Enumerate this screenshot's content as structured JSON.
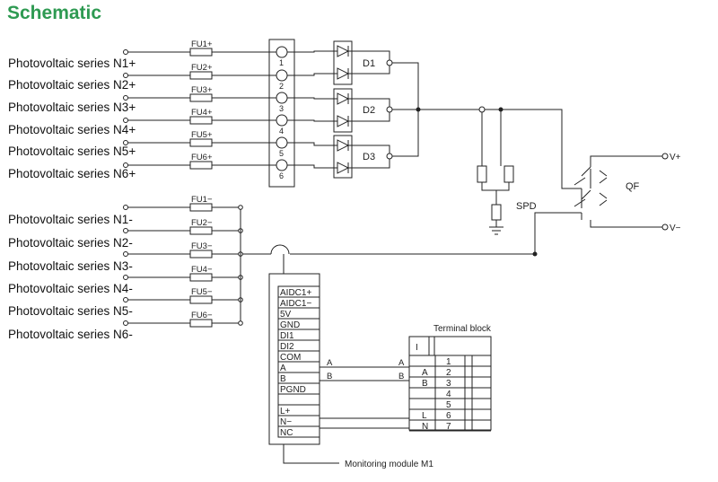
{
  "title": "Schematic",
  "pv_inputs_plus": [
    {
      "label": "Photovoltaic series N1+",
      "fuse": "FU1+",
      "terminal": "1"
    },
    {
      "label": "Photovoltaic series N2+",
      "fuse": "FU2+",
      "terminal": "2"
    },
    {
      "label": "Photovoltaic series N3+",
      "fuse": "FU3+",
      "terminal": "3"
    },
    {
      "label": "Photovoltaic series N4+",
      "fuse": "FU4+",
      "terminal": "4"
    },
    {
      "label": "Photovoltaic series N5+",
      "fuse": "FU5+",
      "terminal": "5"
    },
    {
      "label": "Photovoltaic series N6+",
      "fuse": "FU6+",
      "terminal": "6"
    }
  ],
  "pv_inputs_minus": [
    {
      "label": "Photovoltaic series N1-",
      "fuse": "FU1−"
    },
    {
      "label": "Photovoltaic series N2-",
      "fuse": "FU2−"
    },
    {
      "label": "Photovoltaic series N3-",
      "fuse": "FU3−"
    },
    {
      "label": "Photovoltaic series N4-",
      "fuse": "FU4−"
    },
    {
      "label": "Photovoltaic series N5-",
      "fuse": "FU5−"
    },
    {
      "label": "Photovoltaic series N6-",
      "fuse": "FU6−"
    }
  ],
  "diodes": [
    "D1",
    "D2",
    "D3"
  ],
  "spd_label": "SPD",
  "breaker_label": "QF",
  "outputs": {
    "plus": "V+",
    "minus": "V−"
  },
  "module": {
    "name": "Monitoring module M1",
    "pins": [
      "AIDC1+",
      "AIDC1−",
      "5V",
      "GND",
      "DI1",
      "DI2",
      "COM",
      "A",
      "B",
      "PGND",
      "",
      "L+",
      "N−",
      "NC"
    ]
  },
  "bus_labels": {
    "a_left": "A",
    "b_left": "B",
    "a_right": "A",
    "b_right": "B"
  },
  "terminal_block": {
    "title": "Terminal block",
    "header_mark": "I",
    "rows": [
      {
        "left": "",
        "num": "1"
      },
      {
        "left": "A",
        "num": "2"
      },
      {
        "left": "B",
        "num": "3"
      },
      {
        "left": "",
        "num": "4"
      },
      {
        "left": "",
        "num": "5"
      },
      {
        "left": "L",
        "num": "6"
      },
      {
        "left": "N",
        "num": "7"
      }
    ]
  }
}
